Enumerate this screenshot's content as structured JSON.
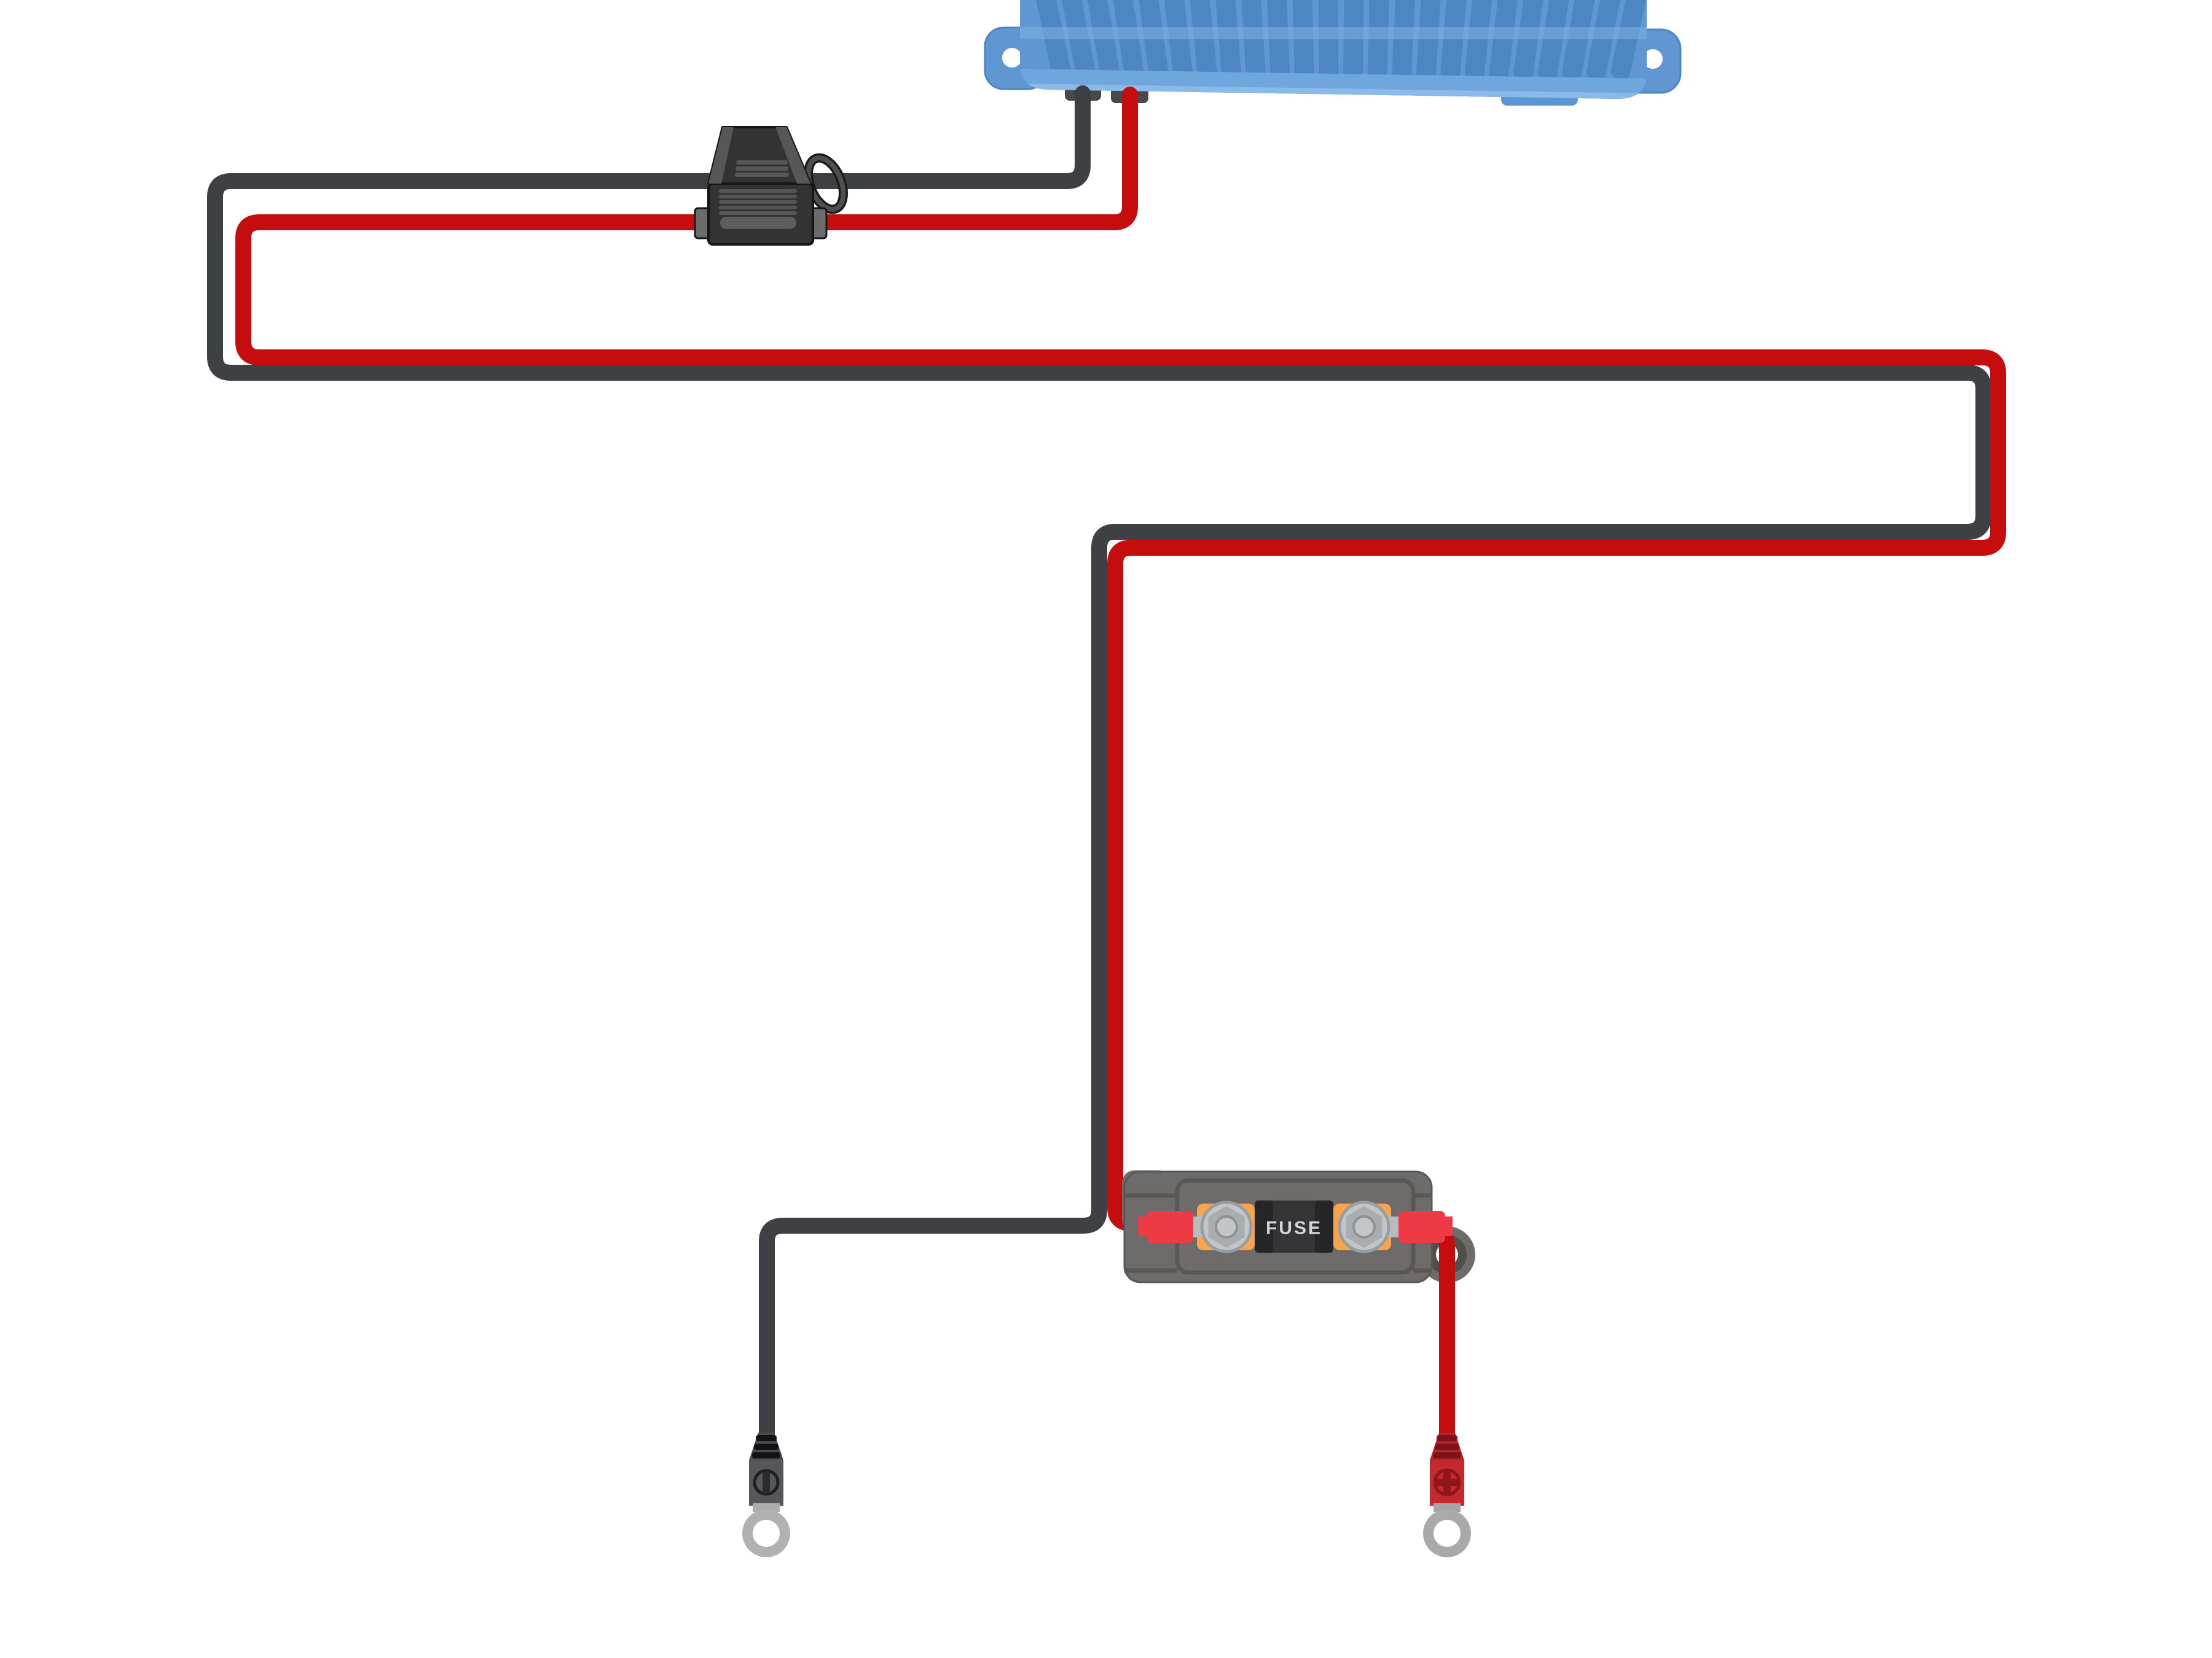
{
  "diagram": {
    "fuse_label": "FUSE"
  },
  "colors": {
    "background": "#FFFFFF",
    "negative_wire": "#3E4044",
    "positive_wire": "#C60D0D",
    "charger_body": "#6097D3",
    "charger_fins": "#4C86C3",
    "charger_trim": "#7FB0E2",
    "charger_lip": "#8CBAE8",
    "charger_tab_small": "#5B96D3",
    "terminal_stub": "#48494B",
    "holder_dark": "#333333",
    "holder_light": "#6B6B6B",
    "fuse_block_body": "#6E6B6B",
    "fuse_block_inner": "#4B4948",
    "terminal_pad": "#F7A54C",
    "crimp_red": "#EE3A44",
    "metal_silver": "#C3C6C8",
    "ring_metal": "#B1B1B1",
    "fuse_cartridge": "#343336"
  },
  "components": {
    "charger": "battery-charger",
    "inline_fuse_holder": "inline-fuse-holder",
    "fuse_block": "anl-fuse-block",
    "negative_wire": "negative-black-wire",
    "positive_wire": "positive-red-wire",
    "negative_ring_terminal": "negative-ring-terminal",
    "positive_ring_terminal": "positive-ring-terminal"
  }
}
